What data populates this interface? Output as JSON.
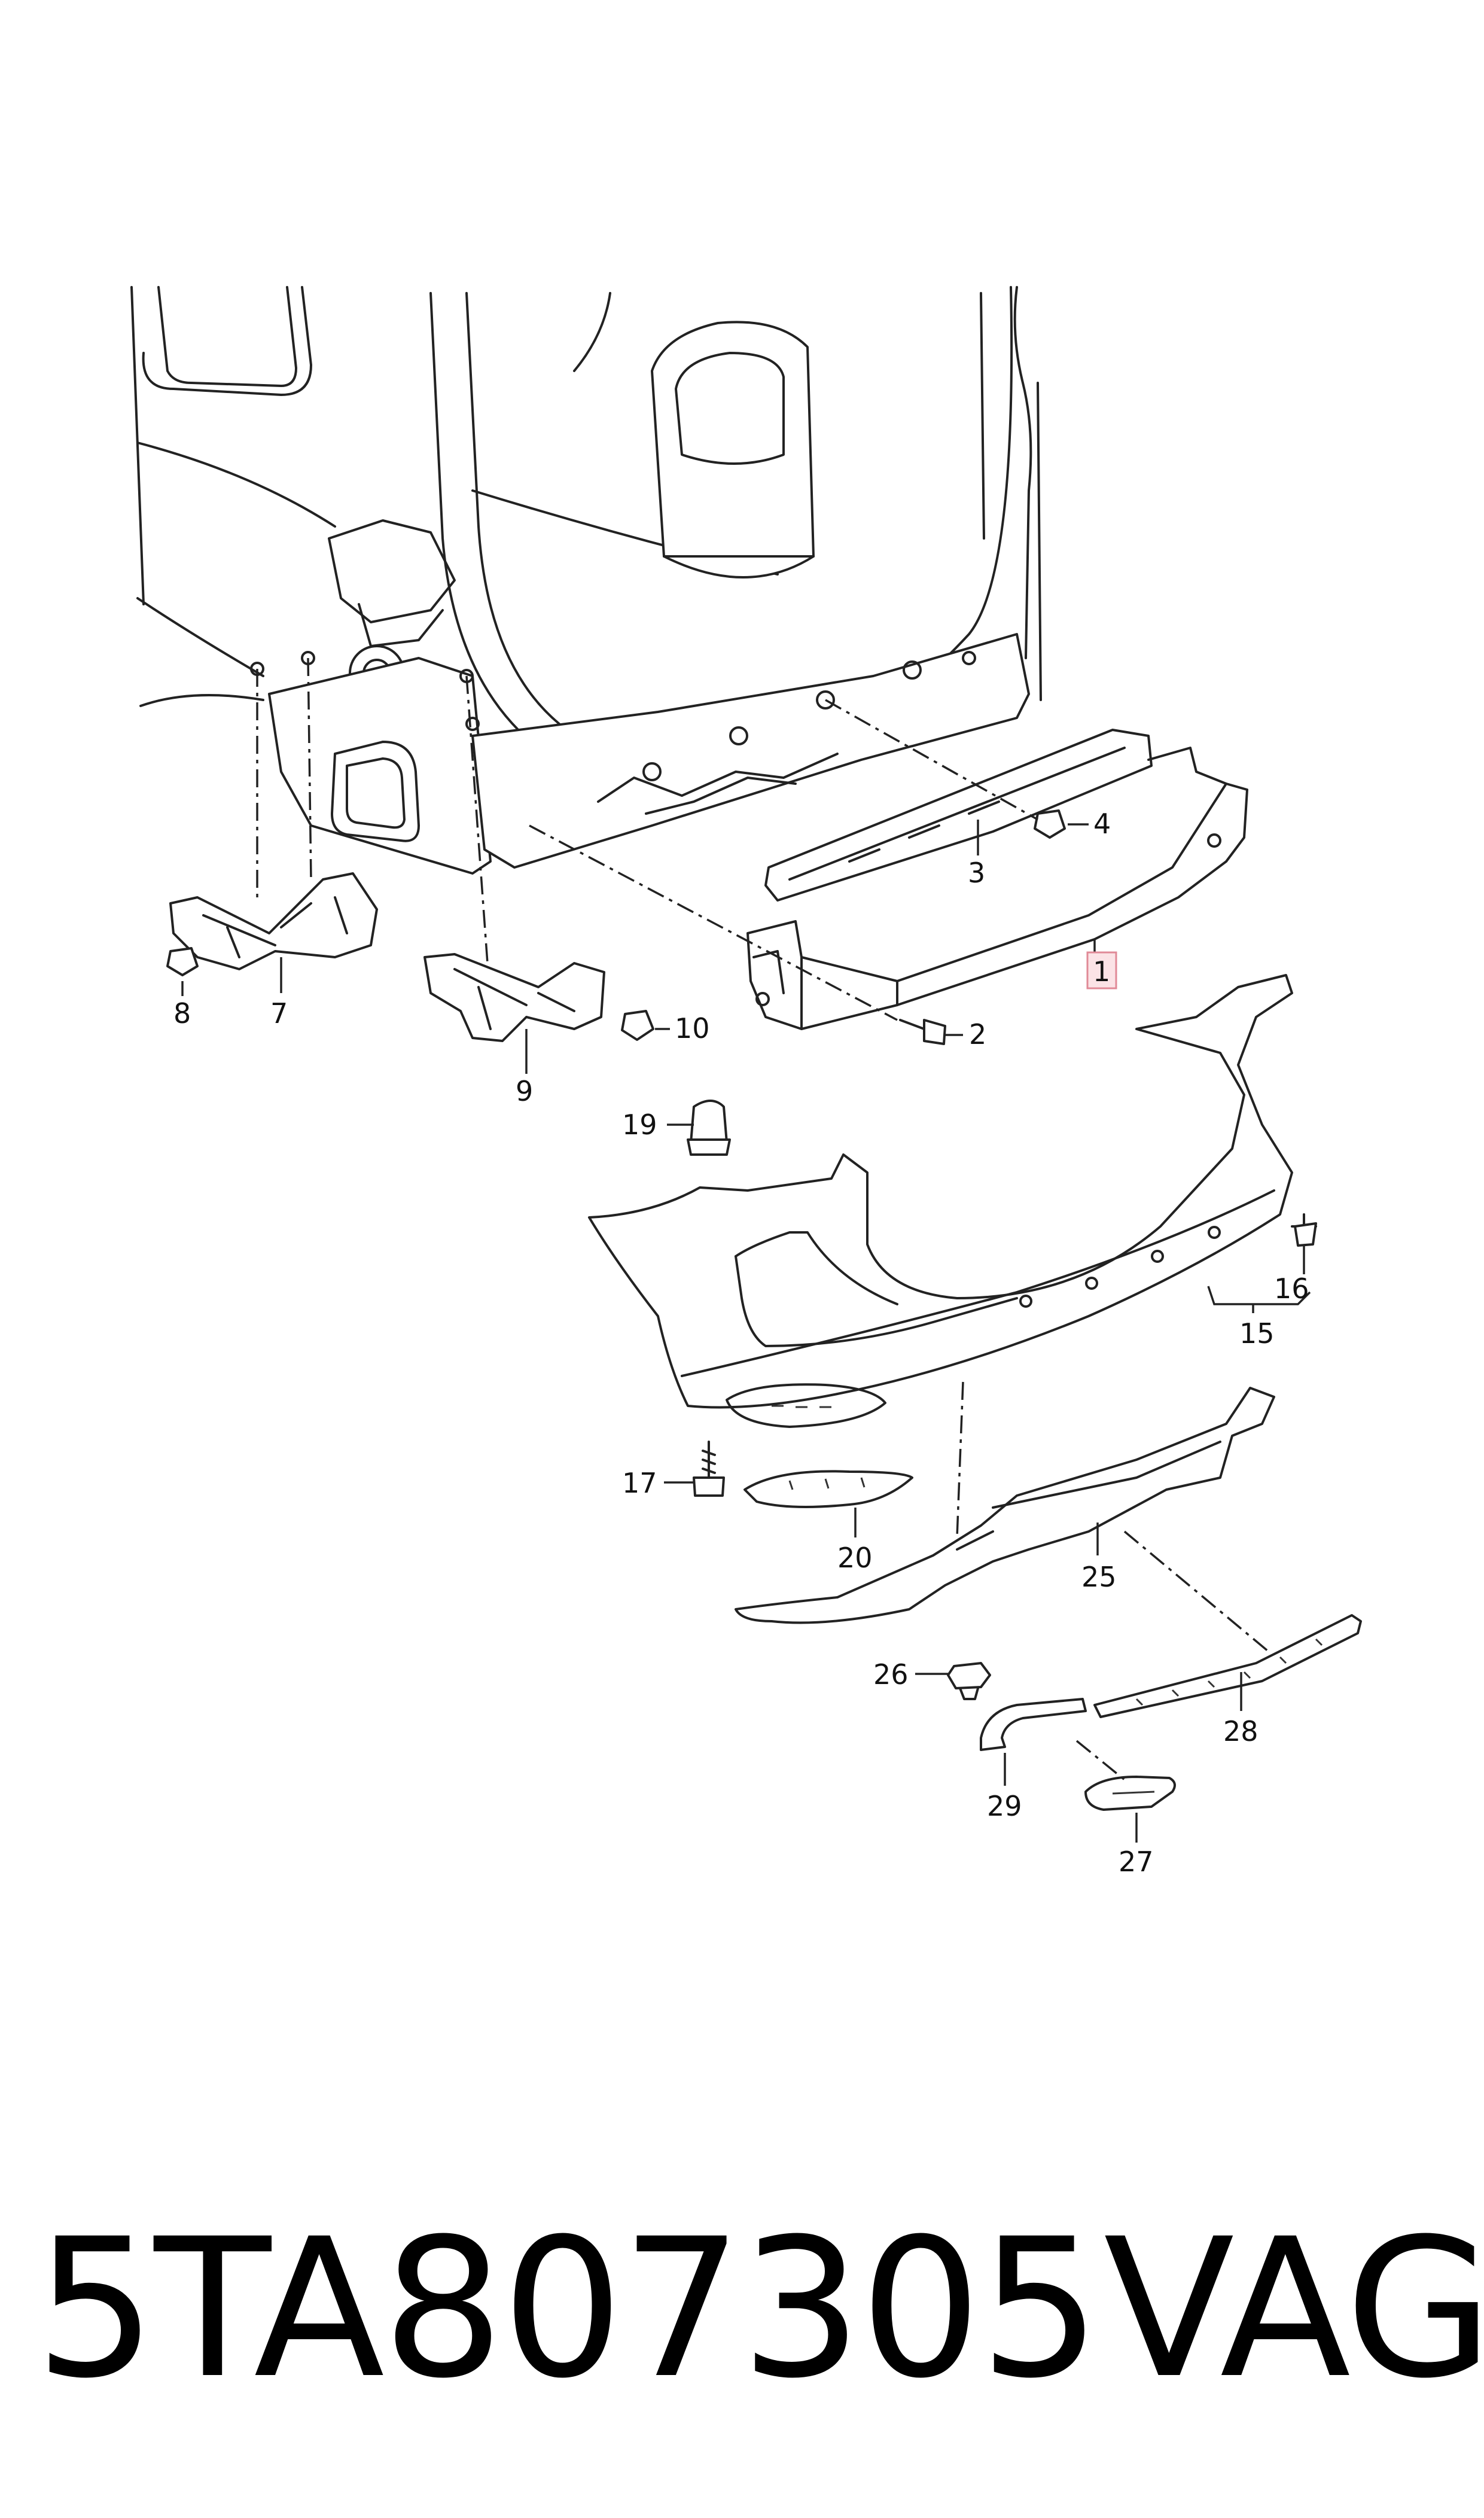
{
  "diagram": {
    "callouts": [
      {
        "id": "c1",
        "text": "1"
      },
      {
        "id": "c2",
        "text": "2"
      },
      {
        "id": "c3",
        "text": "3"
      },
      {
        "id": "c4",
        "text": "4"
      },
      {
        "id": "c7",
        "text": "7"
      },
      {
        "id": "c8",
        "text": "8"
      },
      {
        "id": "c9",
        "text": "9"
      },
      {
        "id": "c10",
        "text": "10"
      },
      {
        "id": "c15",
        "text": "15"
      },
      {
        "id": "c16",
        "text": "16"
      },
      {
        "id": "c17",
        "text": "17"
      },
      {
        "id": "c19",
        "text": "19"
      },
      {
        "id": "c20",
        "text": "20"
      },
      {
        "id": "c25",
        "text": "25"
      },
      {
        "id": "c26",
        "text": "26"
      },
      {
        "id": "c27",
        "text": "27"
      },
      {
        "id": "c28",
        "text": "28"
      },
      {
        "id": "c29",
        "text": "29"
      }
    ],
    "highlight_color": "#e08a97"
  },
  "footer": {
    "part_number": "5TA807305",
    "brand": "VAG"
  }
}
